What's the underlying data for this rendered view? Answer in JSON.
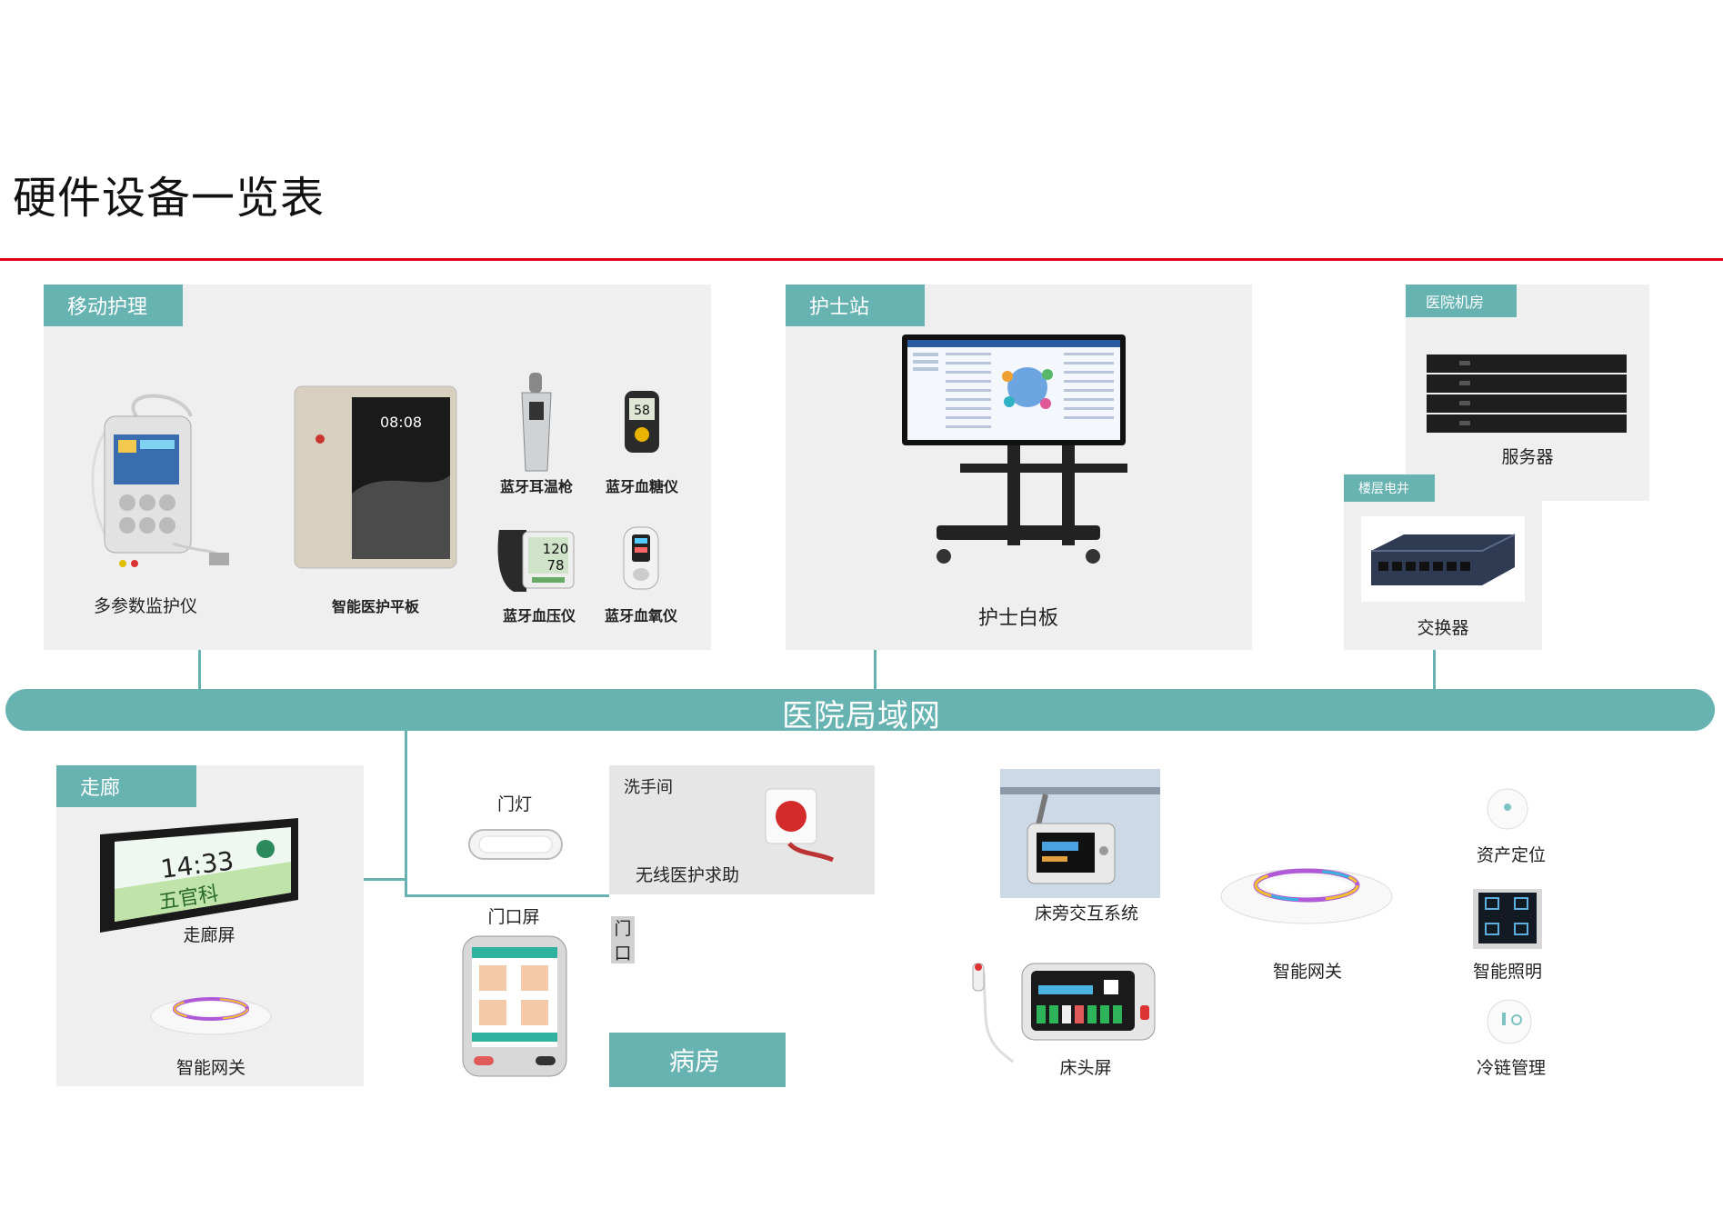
{
  "title": "硬件设备一览表",
  "network": "医院局域网",
  "groups": {
    "mobile": {
      "tag": "移动护理",
      "items": [
        "多参数监护仪",
        "智能医护平板",
        "蓝牙耳温枪",
        "蓝牙血糖仪",
        "蓝牙血压仪",
        "蓝牙血氧仪"
      ]
    },
    "nurse_station": {
      "tag": "护士站",
      "items": [
        "护士白板"
      ]
    },
    "server_room": {
      "tag": "医院机房",
      "items": [
        "服务器"
      ]
    },
    "floor_shaft": {
      "tag": "楼层电井",
      "items": [
        "交换器"
      ]
    },
    "corridor": {
      "tag": "走廊",
      "items": [
        "走廊屏",
        "智能网关"
      ]
    },
    "door": {
      "light": "门灯",
      "screen": "门口屏",
      "vertical": [
        "门",
        "口"
      ]
    },
    "washroom": {
      "tag": "洗手间",
      "item": "无线医护求助"
    },
    "ward": {
      "tag": "病房",
      "items": [
        "床旁交互系统",
        "床头屏",
        "智能网关",
        "资产定位",
        "智能照明",
        "冷链管理"
      ]
    }
  },
  "devices": {
    "tablet_time": "08:08",
    "glucose_value": "58",
    "bp_values": [
      "120",
      "78"
    ],
    "corridor_time": "14:33",
    "corridor_dept": "五官科"
  },
  "colors": {
    "accent": "#67b3b1",
    "rule": "#e3001b",
    "panel": "#efefef"
  }
}
